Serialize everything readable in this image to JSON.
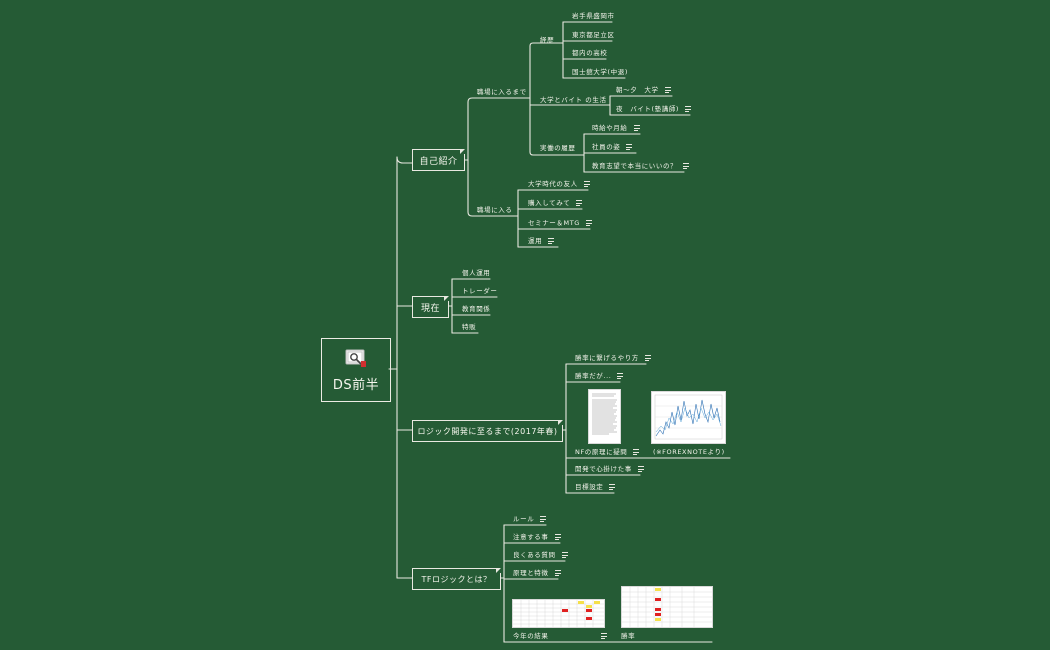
{
  "root": {
    "title": "DS前半"
  },
  "branches": {
    "self_intro": "自己紹介",
    "now": "現在",
    "logic_dev": "ロジック開発に至るまで(2017年春)",
    "tf_logic": "TFロジックとは？"
  },
  "self_intro": {
    "before_job": "職場に入るまで",
    "career": "経歴",
    "career_items": [
      "岩手県盛岡市",
      "東京都足立区",
      "都内の高校",
      "国士舘大学(中退)"
    ],
    "student_life": "大学とバイト の生活",
    "student_life_items": [
      "朝～夕　大学",
      "夜　バイト(塾講師)"
    ],
    "work_exp": "実働の履歴",
    "work_exp_items": [
      "時給や月給",
      "社員の姿",
      "教育志望で本当にいいの？"
    ],
    "enter_job": "職場に入る",
    "enter_job_items": [
      "大学時代の友人",
      "購入してみて",
      "セミナー＆MTG",
      "運用"
    ]
  },
  "now": {
    "items": [
      "個人運用",
      "トレーダー",
      "教育関係",
      "特販"
    ]
  },
  "logic_dev": {
    "items_top": [
      "勝率に繋げるやり方",
      "勝率だが..."
    ],
    "nf_doubt": "NFの原理に疑問",
    "forex_caption": "(※FOREXNOTEより)",
    "items_bottom": [
      "開発で心掛けた事",
      "目標設定"
    ]
  },
  "tf_logic": {
    "items": [
      "ルール",
      "注意する事",
      "良くある質問",
      "原理と特徴"
    ],
    "this_year": "今年の結果",
    "win_rate": "勝率"
  },
  "colors": {
    "background": "#255b35",
    "line": "#e9e9e1",
    "text": "#f4f4ec",
    "highlight_yellow": "#f5e04a",
    "highlight_red": "#e02020"
  }
}
